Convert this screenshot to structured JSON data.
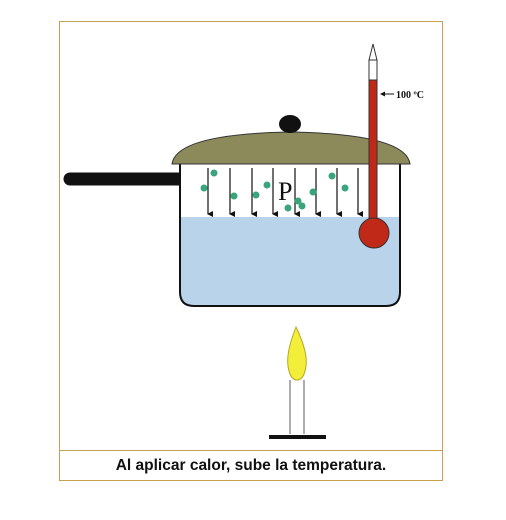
{
  "diagram": {
    "thermometer_label": "100 ºC",
    "pressure_label": "P",
    "caption": "Al aplicar calor, sube la temperatura."
  },
  "colors": {
    "water": "#b9d3ea",
    "lid": "#8c8a5a",
    "mercury": "#c02818",
    "steam_dots": "#3aa57c",
    "flame": "#f2ee3a",
    "frame_border": "#c8a050"
  }
}
